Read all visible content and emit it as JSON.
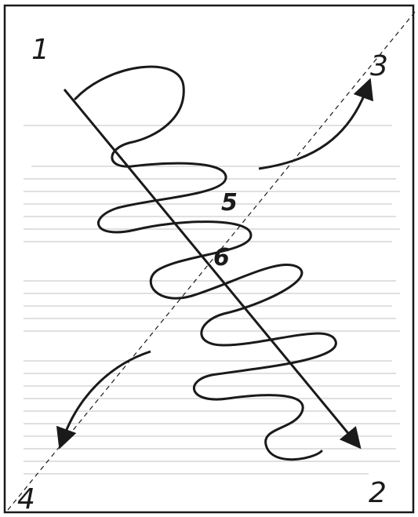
{
  "labels": {
    "corner_top_left": "1",
    "corner_bottom_right": "2",
    "corner_top_right": "3",
    "corner_bottom_left": "4",
    "center_upper": "5",
    "center_lower": "6"
  },
  "colors": {
    "ink": "#1a1a1a",
    "paper": "#ffffff",
    "bleed_through": "#d6d6d6"
  }
}
